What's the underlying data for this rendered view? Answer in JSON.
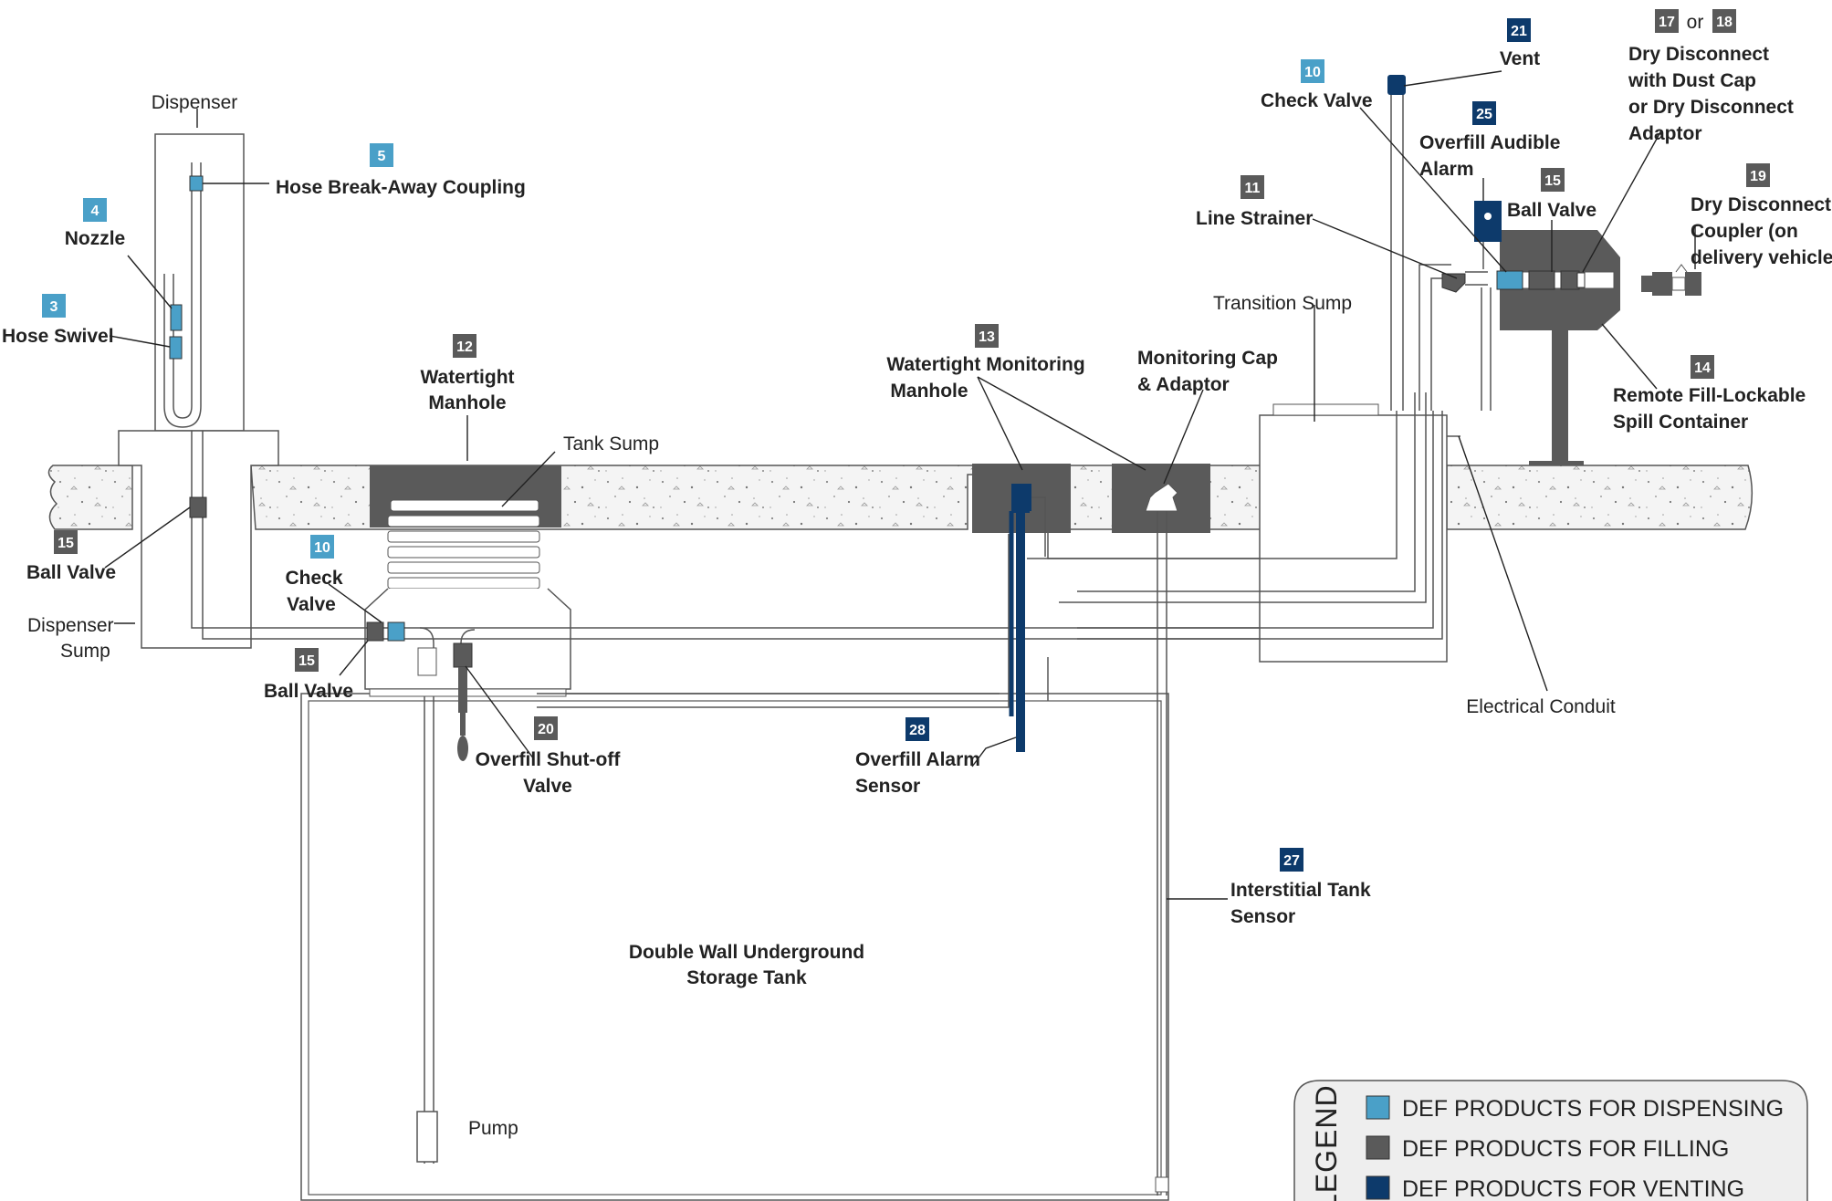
{
  "colors": {
    "dispensing": "#4aa0c8",
    "filling": "#5a5a5a",
    "venting": "#0d3a6b"
  },
  "labels": {
    "dispenser": "Dispenser",
    "dispenser_sump": [
      "Dispenser",
      "Sump"
    ],
    "hose_breakaway": "Hose Break-Away Coupling",
    "nozzle": "Nozzle",
    "hose_swivel": "Hose Swivel",
    "ball_valve_left": "Ball Valve",
    "check_valve_left": [
      "Check",
      "Valve"
    ],
    "ball_valve_mid": "Ball Valve",
    "watertight_manhole": [
      "Watertight",
      "Manhole"
    ],
    "tank_sump": "Tank Sump",
    "overfill_shutoff": [
      "Overfill Shut-off",
      "Valve"
    ],
    "watertight_monitoring_manhole": [
      "Watertight Monitoring",
      "Manhole"
    ],
    "monitoring_cap": [
      "Monitoring Cap",
      "& Adaptor"
    ],
    "overfill_alarm_sensor": [
      "Overfill Alarm",
      "Sensor"
    ],
    "interstitial_sensor": [
      "Interstitial Tank",
      "Sensor"
    ],
    "tank": [
      "Double Wall Underground",
      "Storage Tank"
    ],
    "pump": "Pump",
    "transition_sump": "Transition Sump",
    "electrical_conduit": "Electrical Conduit",
    "line_strainer": "Line Strainer",
    "check_valve_right": "Check Valve",
    "overfill_audible_alarm": [
      "Overfill Audible",
      "Alarm"
    ],
    "vent": "Vent",
    "ball_valve_right": "Ball Valve",
    "dry_disconnect": [
      "Dry Disconnect",
      "with Dust Cap",
      "or Dry Disconnect",
      "Adaptor"
    ],
    "or": "or",
    "dry_disconnect_coupler": [
      "Dry Disconnect",
      "Coupler (on",
      "delivery vehicle)"
    ],
    "remote_fill": [
      "Remote Fill-Lockable",
      "Spill Container"
    ]
  },
  "badges": {
    "b3": "3",
    "b4": "4",
    "b5": "5",
    "b10a": "10",
    "b10b": "10",
    "b11": "11",
    "b12": "12",
    "b13": "13",
    "b14": "14",
    "b15a": "15",
    "b15b": "15",
    "b15c": "15",
    "b17": "17",
    "b18": "18",
    "b19": "19",
    "b20": "20",
    "b21": "21",
    "b25": "25",
    "b27": "27",
    "b28": "28"
  },
  "legend": {
    "title": "LEGEND",
    "items": [
      {
        "label": "DEF PRODUCTS FOR DISPENSING",
        "color": "#4aa0c8"
      },
      {
        "label": "DEF PRODUCTS FOR FILLING",
        "color": "#5a5a5a"
      },
      {
        "label": "DEF PRODUCTS FOR VENTING",
        "color": "#0d3a6b"
      }
    ]
  }
}
